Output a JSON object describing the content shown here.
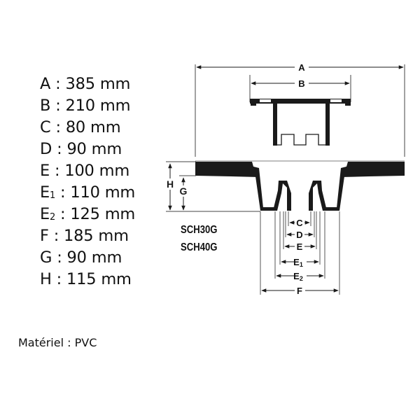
{
  "specifications": [
    {
      "key": "A",
      "sub": "",
      "value": "385",
      "unit": "mm"
    },
    {
      "key": "B",
      "sub": "",
      "value": "210",
      "unit": "mm"
    },
    {
      "key": "C",
      "sub": "",
      "value": "80",
      "unit": "mm"
    },
    {
      "key": "D",
      "sub": "",
      "value": "90",
      "unit": "mm"
    },
    {
      "key": "E",
      "sub": "",
      "value": "100",
      "unit": "mm"
    },
    {
      "key": "E",
      "sub": "1",
      "value": "110",
      "unit": "mm"
    },
    {
      "key": "E",
      "sub": "2",
      "value": "125",
      "unit": "mm"
    },
    {
      "key": "F",
      "sub": "",
      "value": "185",
      "unit": "mm"
    },
    {
      "key": "G",
      "sub": "",
      "value": "90",
      "unit": "mm"
    },
    {
      "key": "H",
      "sub": "",
      "value": "115",
      "unit": "mm"
    }
  ],
  "separator": " : ",
  "material": {
    "label": "Matériel",
    "value": "PVC",
    "text": "Matériel : PVC"
  },
  "models": [
    "SCH30G",
    "SCH40G"
  ],
  "drawing": {
    "labels": {
      "A": "A",
      "B": "B",
      "C": "C",
      "D": "D",
      "E": "E",
      "E1": "E",
      "E1_sub": "1",
      "E2": "E",
      "E2_sub": "2",
      "F": "F",
      "G": "G",
      "H": "H"
    },
    "colors": {
      "ink": "#1a1a1a",
      "line": "#333333"
    }
  }
}
